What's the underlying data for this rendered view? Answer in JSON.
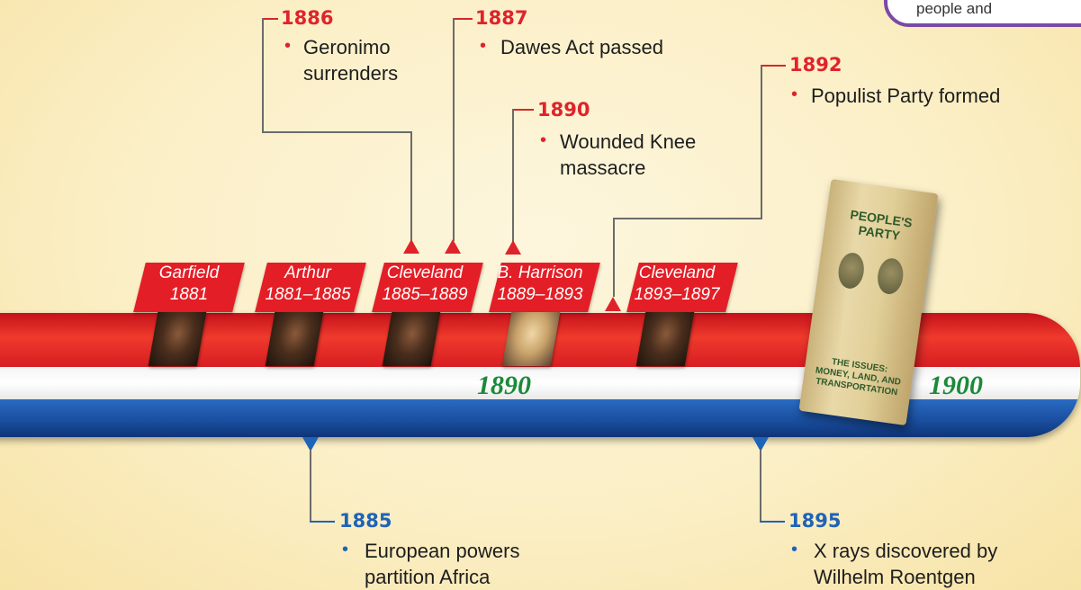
{
  "corner": {
    "text": "people and"
  },
  "timeline": {
    "years": [
      "1890",
      "1900"
    ]
  },
  "presidents": [
    {
      "name": "Garfield",
      "years": "1881"
    },
    {
      "name": "Arthur",
      "years": "1881–1885"
    },
    {
      "name": "Cleveland",
      "years": "1885–1889"
    },
    {
      "name": "B. Harrison",
      "years": "1889–1893"
    },
    {
      "name": "Cleveland",
      "years": "1893–1897"
    }
  ],
  "events_us": [
    {
      "year": "1886",
      "text": [
        "Geronimo",
        "surrenders"
      ]
    },
    {
      "year": "1887",
      "text": [
        "Dawes Act passed"
      ]
    },
    {
      "year": "1890",
      "text": [
        "Wounded Knee",
        "massacre"
      ]
    },
    {
      "year": "1892",
      "text": [
        "Populist Party formed"
      ]
    }
  ],
  "events_world": [
    {
      "year": "1885",
      "text": [
        "European powers",
        "partition Africa"
      ]
    },
    {
      "year": "1895",
      "text": [
        "X rays discovered by",
        "Wilhelm Roentgen"
      ]
    }
  ],
  "ribbon": {
    "title": "PEOPLE'S PARTY",
    "footer": "THE ISSUES: MONEY, LAND, AND TRANSPORTATION"
  },
  "colors": {
    "red": "#e0232b",
    "blue": "#1e63b8",
    "green": "#1b8a3a",
    "purple": "#7a4aa6"
  }
}
